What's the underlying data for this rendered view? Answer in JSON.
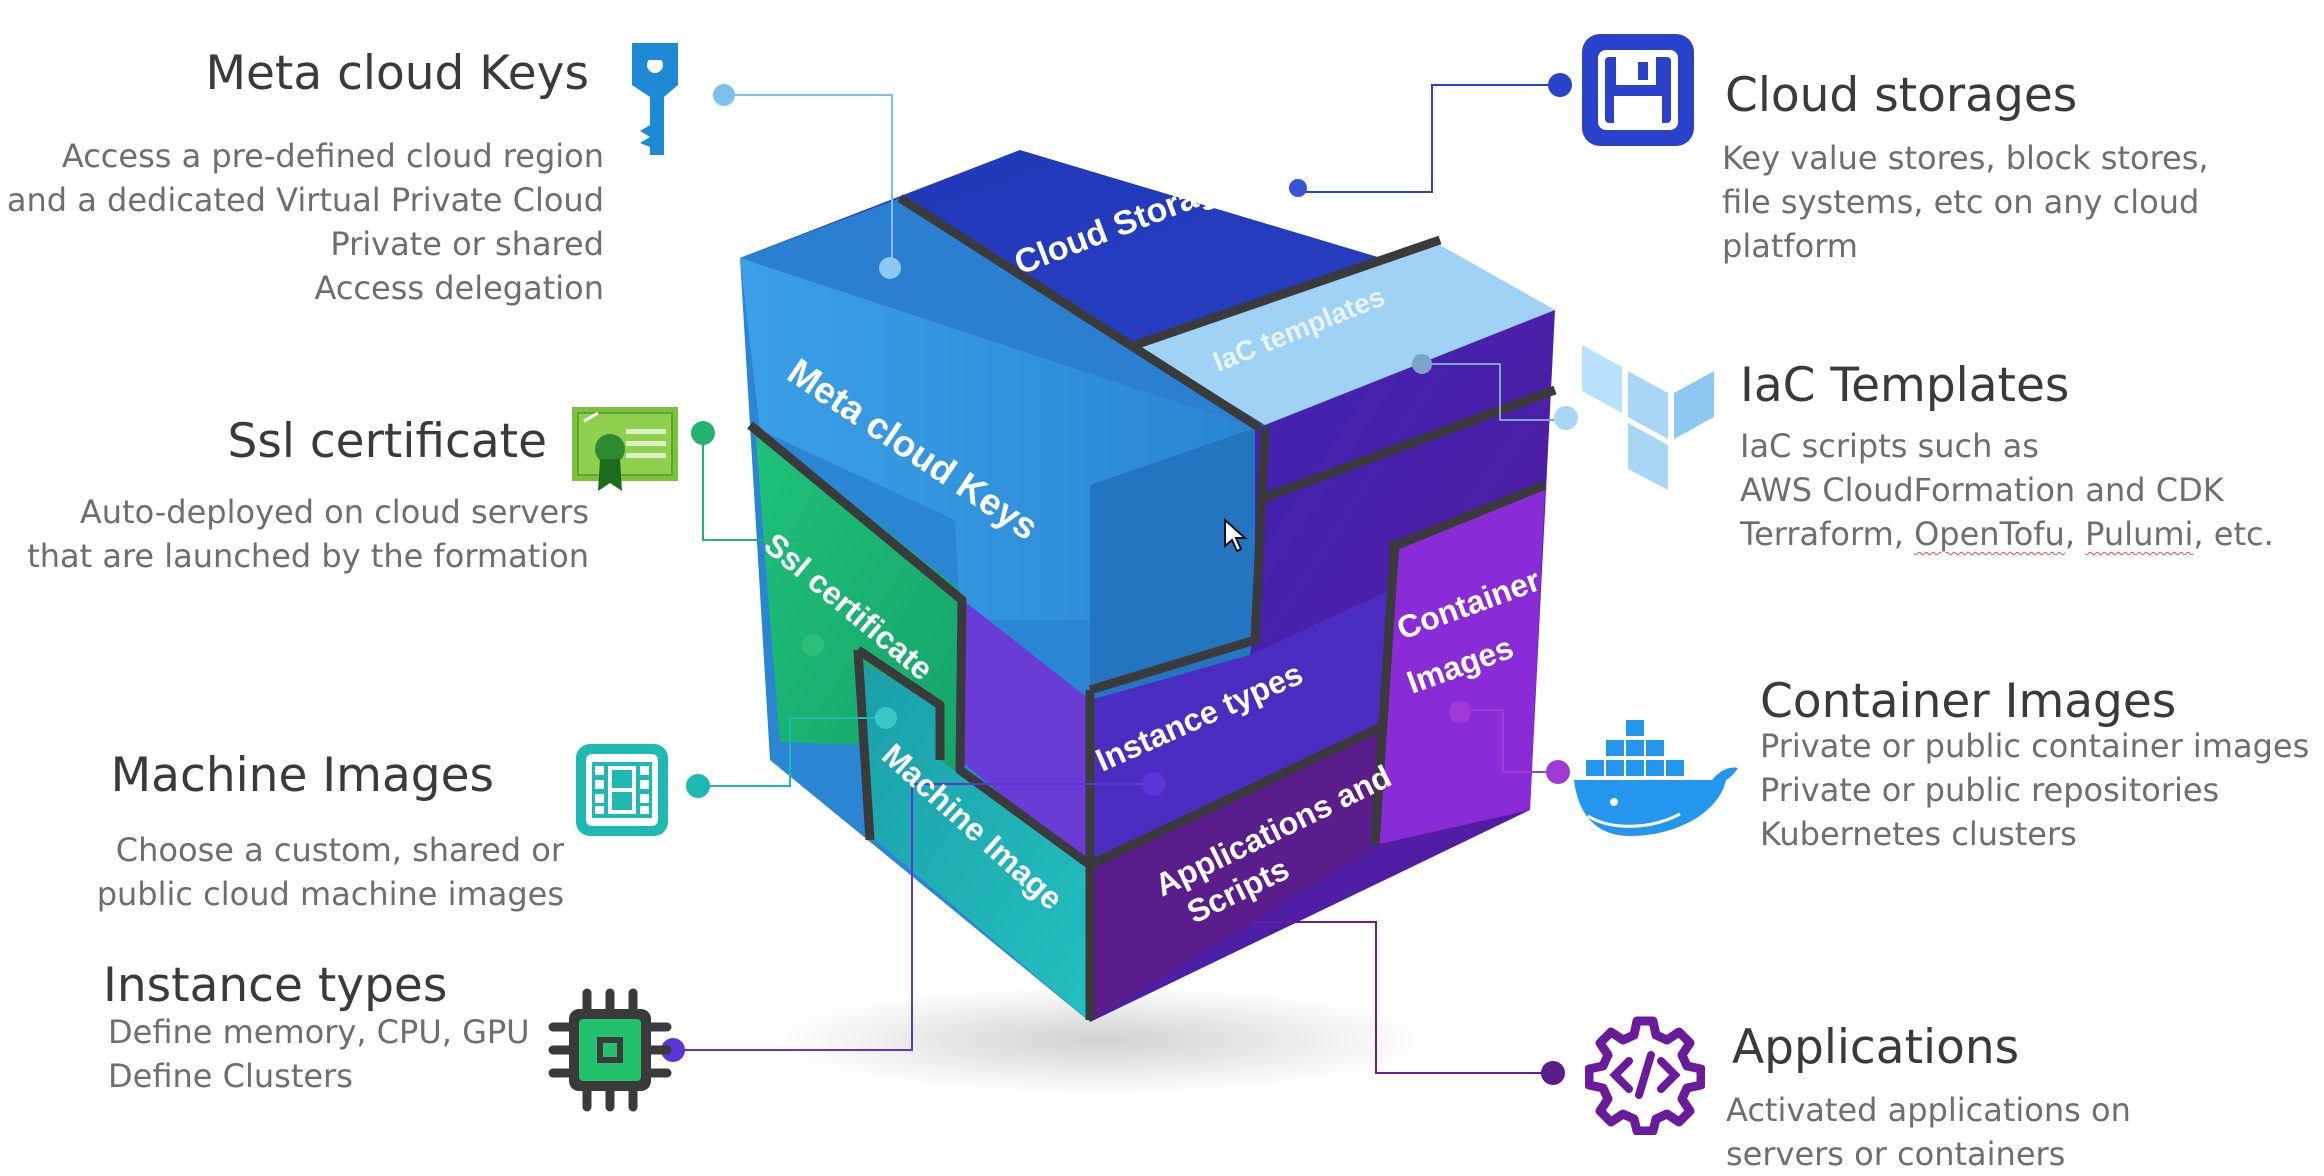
{
  "cube": {
    "faces": {
      "cloud_storages": "Cloud Storages",
      "iac_templates": "IaC templates",
      "meta_cloud_keys": "Meta cloud Keys",
      "ssl_certificate": "Ssl certificate",
      "instance_types": "Instance types",
      "container_images_1": "Container",
      "container_images_2": "Images",
      "machine_image": "Machine Image",
      "applications_1": "Applications and",
      "applications_2": "Scripts"
    }
  },
  "callouts": {
    "meta_cloud_keys": {
      "title": "Meta cloud Keys",
      "lines": [
        "Access a pre-defined cloud region",
        "and a dedicated Virtual Private Cloud",
        "Private or shared",
        "Access delegation"
      ],
      "icon": "key-icon",
      "color": "#1e8ad6"
    },
    "ssl_certificate": {
      "title": "Ssl certificate",
      "lines": [
        "Auto-deployed on cloud servers",
        "that are launched by the formation"
      ],
      "icon": "certificate-icon",
      "color": "#22b46e"
    },
    "machine_images": {
      "title": "Machine Images",
      "lines": [
        "Choose a custom, shared or",
        "public cloud machine images"
      ],
      "icon": "film-icon",
      "color": "#1fb9b3"
    },
    "instance_types": {
      "title": "Instance types",
      "lines": [
        "Define memory, CPU, GPU",
        "Define Clusters"
      ],
      "icon": "chip-icon",
      "color": "#21c26b"
    },
    "cloud_storages": {
      "title": "Cloud storages",
      "lines": [
        "Key value stores, block stores,",
        "file systems, etc on any cloud",
        "platform"
      ],
      "icon": "floppy-disk-icon",
      "color": "#2a41c9"
    },
    "iac_templates": {
      "title": "IaC Templates",
      "lines": [
        "IaC scripts such as",
        "AWS CloudFormation and CDK"
      ],
      "line3": {
        "a": "Terraform, ",
        "b": "OpenTofu",
        "c": ", ",
        "d": "Pulumi",
        "e": ", etc."
      },
      "icon": "terraform-icon",
      "color": "#a8d7f5"
    },
    "container_images": {
      "title": "Container Images",
      "lines": [
        "Private or public container images",
        "Private or public repositories",
        "Kubernetes clusters"
      ],
      "icon": "docker-whale-icon",
      "color": "#2496ed"
    },
    "applications": {
      "title": "Applications",
      "lines": [
        "Activated applications on",
        "servers or containers"
      ],
      "icon": "code-gear-icon",
      "color": "#6a1b9a"
    }
  }
}
